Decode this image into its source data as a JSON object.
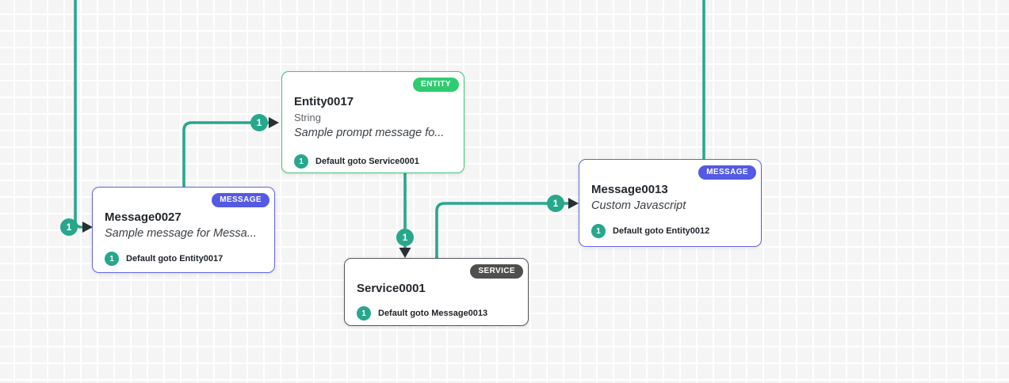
{
  "canvas": {
    "background": "#f5f5f6",
    "grid_line_color": "#ffffff",
    "colors": {
      "edge_teal": "#2aa78e",
      "arrowhead": "#2b2f34",
      "count_badge": "#27a78c",
      "entity_green": "#2ecc6e",
      "message_indigo": "#545ae2",
      "service_gray": "#514f4d"
    }
  },
  "nodes": [
    {
      "id": "Entity0017",
      "type_label": "ENTITY",
      "title": "Entity0017",
      "subtitle": "String",
      "preview": "Sample prompt message fo...",
      "transitions": [
        {
          "count": "1",
          "label": "Default goto Service0001"
        }
      ]
    },
    {
      "id": "Message0027",
      "type_label": "MESSAGE",
      "title": "Message0027",
      "preview": "Sample message for Messa...",
      "transitions": [
        {
          "count": "1",
          "label": "Default goto Entity0017"
        }
      ]
    },
    {
      "id": "Message0013",
      "type_label": "MESSAGE",
      "title": "Message0013",
      "preview": "Custom Javascript",
      "transitions": [
        {
          "count": "1",
          "label": "Default goto Entity0012"
        }
      ]
    },
    {
      "id": "Service0001",
      "type_label": "SERVICE",
      "title": "Service0001",
      "transitions": [
        {
          "count": "1",
          "label": "Default goto Message0013"
        }
      ]
    }
  ],
  "edges": [
    {
      "id": "edge-into-message0027",
      "count": "1"
    },
    {
      "id": "edge-message0027-to-entity0017",
      "count": "1"
    },
    {
      "id": "edge-entity0017-to-service0001",
      "count": "1"
    },
    {
      "id": "edge-service0001-to-message0013",
      "count": "1"
    }
  ]
}
